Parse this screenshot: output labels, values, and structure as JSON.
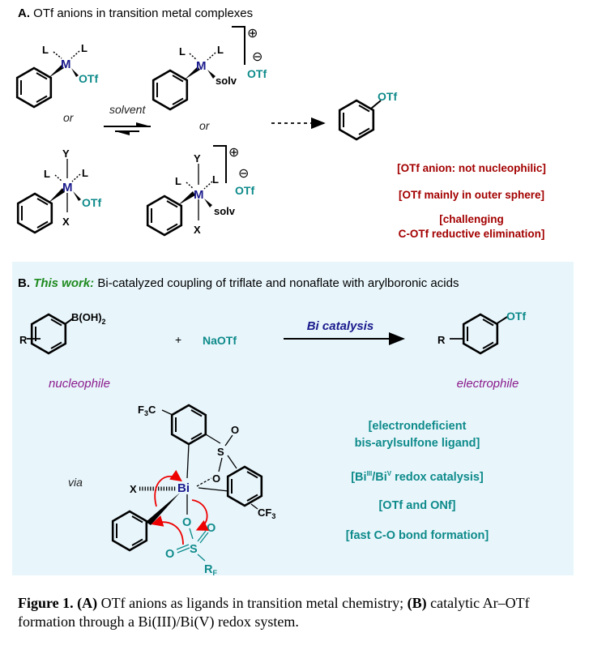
{
  "panel_a": {
    "title_letter": "A.",
    "title": "OTf anions in transition metal complexes",
    "ligand": "L",
    "metal": "M",
    "otf": "OTf",
    "solv": "solv",
    "y_label": "Y",
    "x_label": "X",
    "or": "or",
    "solvent": "solvent",
    "plus_charge": "⊕",
    "minus_charge": "⊖",
    "notes": [
      "[OTf anion: not nucleophilic]",
      "[OTf mainly in outer sphere]",
      "[challenging",
      "C-OTf reductive elimination]"
    ]
  },
  "panel_b": {
    "title_letter": "B.",
    "title_highlight": "This work:",
    "title": "Bi-catalyzed coupling of triflate and nonaflate with arylboronic acids",
    "r": "R",
    "boronic": "B(OH)",
    "boronic_sub": "2",
    "plus": "+",
    "naotf": "NaOTf",
    "arrow_label": "Bi catalysis",
    "product_otf": "OTf",
    "nucleophile": "nucleophile",
    "electrophile": "electrophile",
    "via": "via",
    "bi": "Bi",
    "x": "X",
    "f3c": "F",
    "f3c_sub": "3",
    "f3c_c": "C",
    "cf3": "CF",
    "cf3_sub": "3",
    "s": "S",
    "o": "O",
    "rf": "R",
    "rf_sub": "F",
    "notes": [
      "[electrondeficient",
      "bis-arylsulfone ligand]",
      "[Bi",
      "III",
      "/Bi",
      "V",
      " redox catalysis]",
      "[OTf and ONf]",
      "[fast C-O bond formation]"
    ]
  },
  "caption": {
    "label": "Figure 1.",
    "a": "(A)",
    "text_a": " OTf anions as ligands in transition metal chemistry; ",
    "b": "(B)",
    "text_b": " catalytic Ar–OTf formation through a Bi(III)/Bi(V) redox system."
  },
  "colors": {
    "metal": "#1a1a8c",
    "teal": "#0e8a8a",
    "red": "#a30000",
    "green": "#1f8a1f",
    "purple": "#8b1a8b",
    "panel_bg": "#e8f6fc"
  }
}
